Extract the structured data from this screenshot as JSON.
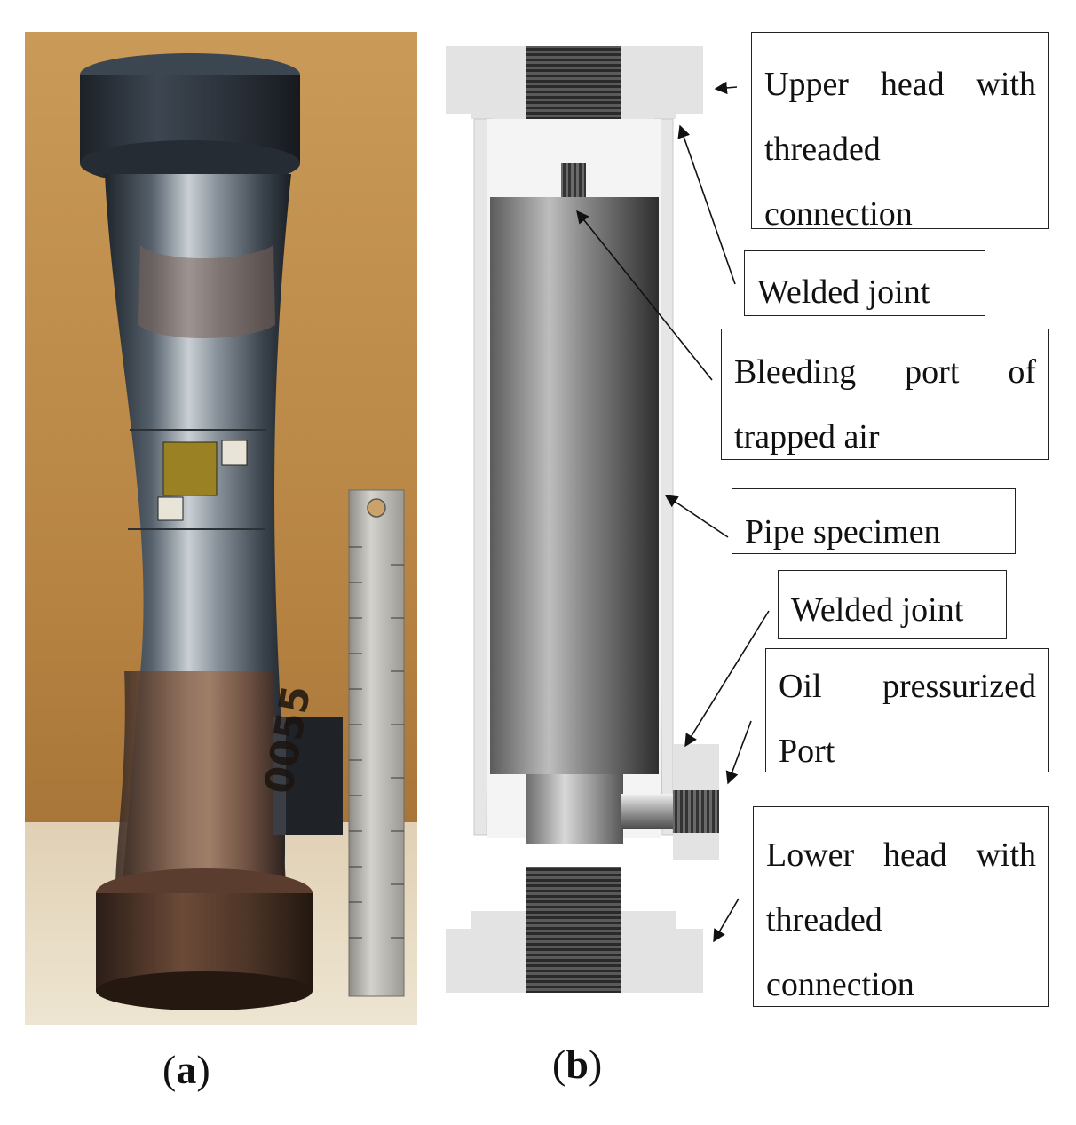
{
  "photo": {
    "marking": "0055"
  },
  "labels": {
    "upper_head": {
      "line1": "Upper head with",
      "line2": "threaded",
      "line3": "connection"
    },
    "welded_joint_top": "Welded joint",
    "bleeding_port": {
      "line1": "Bleeding port of",
      "line2": "trapped air"
    },
    "pipe_specimen": "Pipe specimen",
    "welded_joint_bottom": "Welded joint",
    "oil_port": {
      "line1": "Oil pressurized",
      "line2": "Port"
    },
    "lower_head": {
      "line1": "Lower head with",
      "line2": "threaded",
      "line3": "connection"
    }
  },
  "subfigures": {
    "a": "a",
    "b": "b"
  }
}
